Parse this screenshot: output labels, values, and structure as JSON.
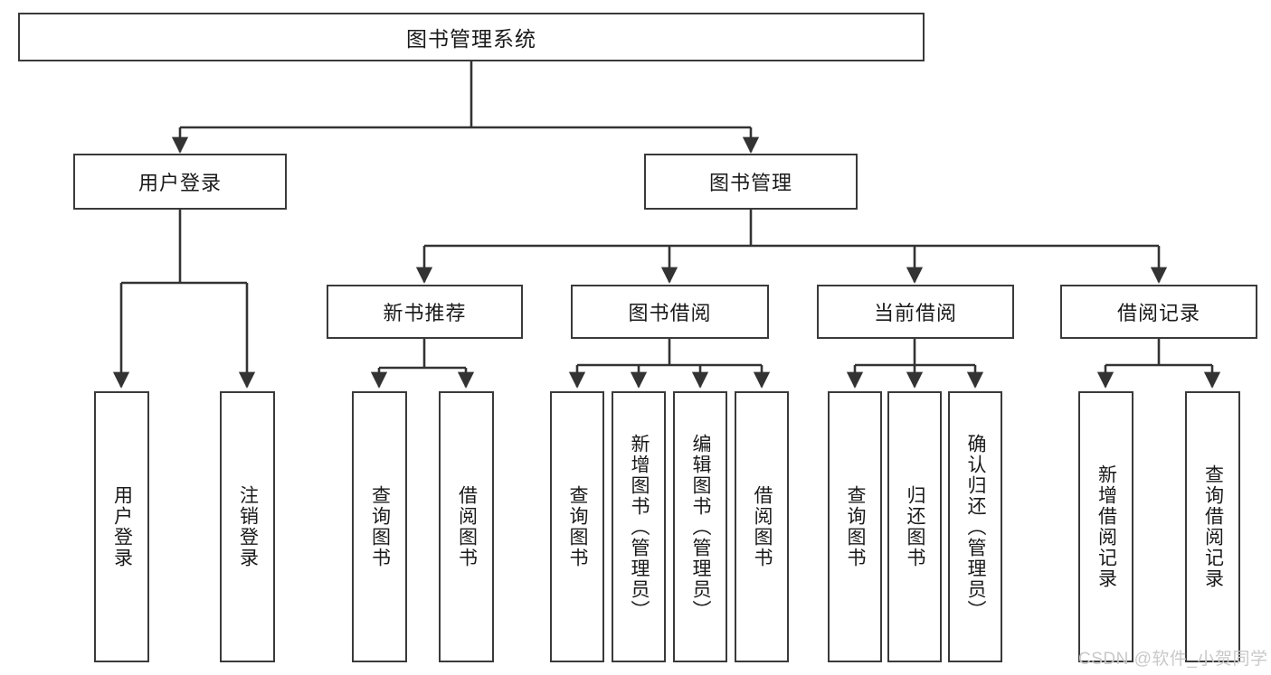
{
  "diagram": {
    "title": "图书管理系统",
    "type": "tree-hierarchy-diagram",
    "colors": {
      "box_border": "#3a3a3a",
      "box_fill": "#ffffff",
      "connector": "#333333",
      "text": "#1a1a1a",
      "watermark": "#c9c9c9",
      "background": "#ffffff"
    },
    "root": {
      "label": "图书管理系统"
    },
    "level2": [
      {
        "label": "用户登录"
      },
      {
        "label": "图书管理"
      }
    ],
    "level3": [
      {
        "label": "新书推荐"
      },
      {
        "label": "图书借阅"
      },
      {
        "label": "当前借阅"
      },
      {
        "label": "借阅记录"
      }
    ],
    "leaves": {
      "user_login": [
        {
          "label": "用户登录"
        },
        {
          "label": "注销登录"
        }
      ],
      "new_book_recommend": [
        {
          "label": "查询图书"
        },
        {
          "label": "借阅图书"
        }
      ],
      "book_borrow": [
        {
          "label": "查询图书"
        },
        {
          "label": "新增图书（管理员）"
        },
        {
          "label": "编辑图书（管理员）"
        },
        {
          "label": "借阅图书"
        }
      ],
      "current_borrow": [
        {
          "label": "查询图书"
        },
        {
          "label": "归还图书"
        },
        {
          "label": "确认归还（管理员）"
        }
      ],
      "borrow_record": [
        {
          "label": "新增借阅记录"
        },
        {
          "label": "查询借阅记录"
        }
      ]
    },
    "watermark": "CSDN @软件_小贺同学"
  }
}
